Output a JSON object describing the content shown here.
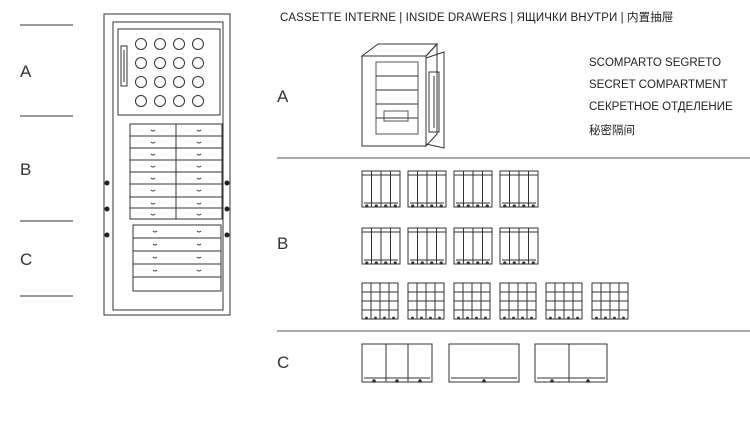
{
  "header": {
    "title": "CASSETTE INTERNE | INSIDE DRAWERS | ЯЩИЧКИ ВНУТРИ | 内置抽屉"
  },
  "left_labels": [
    "A",
    "B",
    "C"
  ],
  "section_labels": [
    "A",
    "B",
    "C"
  ],
  "secret_compartment": {
    "lines": [
      "SCOMPARTO SEGRETO",
      "SECRET COMPARTMENT",
      "СЕКРЕТНОЕ ОТДЕЛЕНИЕ",
      "秘密隔间"
    ]
  }
}
